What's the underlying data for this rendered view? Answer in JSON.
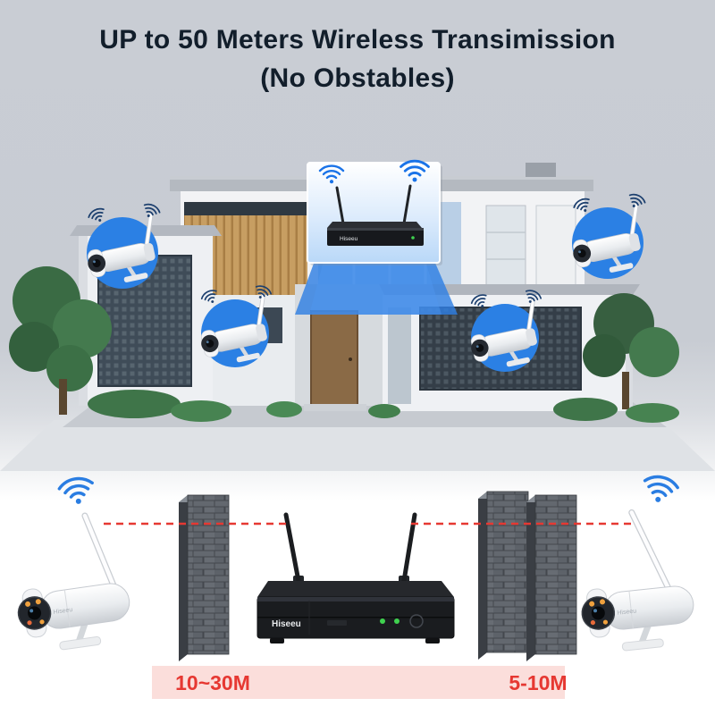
{
  "title": {
    "line1": "UP to 50 Meters Wireless Transimission",
    "line2": "(No Obstables)"
  },
  "brand": "Hiseeu",
  "distance_labels": {
    "left": "10~30M",
    "right": "5-10M"
  },
  "colors": {
    "accent_blue": "#2b80e4",
    "signal_navy": "#1c3f6e",
    "wifi_blue": "#1a73e8",
    "alert_red": "#e63832",
    "band_pink": "#fbdedb",
    "backdrop_gray": "#c9cdd4"
  },
  "icons": {
    "wifi": "wifi-signal-arcs",
    "camera": "bullet-security-camera",
    "nvr": "nvr-recorder-box",
    "wall": "brick-wall",
    "tree": "tree",
    "house": "modern-house"
  }
}
